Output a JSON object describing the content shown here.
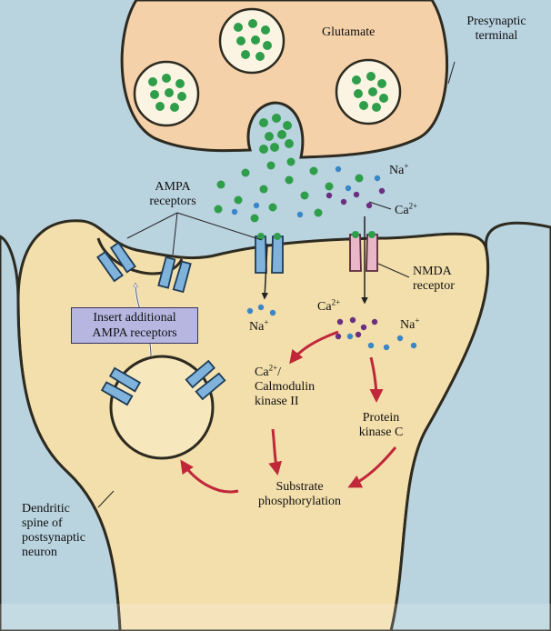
{
  "labels": {
    "glutamate": "Glutamate",
    "presynaptic_terminal": [
      "Presynaptic",
      "terminal"
    ],
    "ampa_receptors": [
      "AMPA",
      "receptors"
    ],
    "na_top": "Na",
    "na_top_sup": "+",
    "ca_top": "Ca",
    "ca_top_sup": "2+",
    "nmda_receptor": [
      "NMDA",
      "receptor"
    ],
    "na_left": "Na",
    "na_left_sup": "+",
    "ca_mid": "Ca",
    "ca_mid_sup": "2+",
    "na_right": "Na",
    "na_right_sup": "+",
    "insert_ampa": [
      "Insert additional",
      "AMPA receptors"
    ],
    "camk": {
      "line1_base": "Ca",
      "line1_sup": "2+",
      "line1_tail": "/",
      "line2": "Calmodulin",
      "line3": "kinase II"
    },
    "pkc": [
      "Protein",
      "kinase C"
    ],
    "substrate": [
      "Substrate",
      "phosphorylation"
    ],
    "dendritic_spine": [
      "Dendritic",
      "spine of",
      "postsynaptic",
      "neuron"
    ]
  },
  "colors": {
    "background": "#b9d3df",
    "cell_fill": "#f3dfac",
    "presynaptic_fill": "#f4d1a9",
    "membrane": "#2d2a20",
    "glutamate_green": "#2f9e4a",
    "sodium_blue": "#3b86c6",
    "calcium_purple": "#6a2f7f",
    "ampa_blue": "#7fb3dc",
    "nmda_pink": "#e8b7c8",
    "arrow_red": "#c0283a",
    "label_box": "#b6b6e0"
  }
}
